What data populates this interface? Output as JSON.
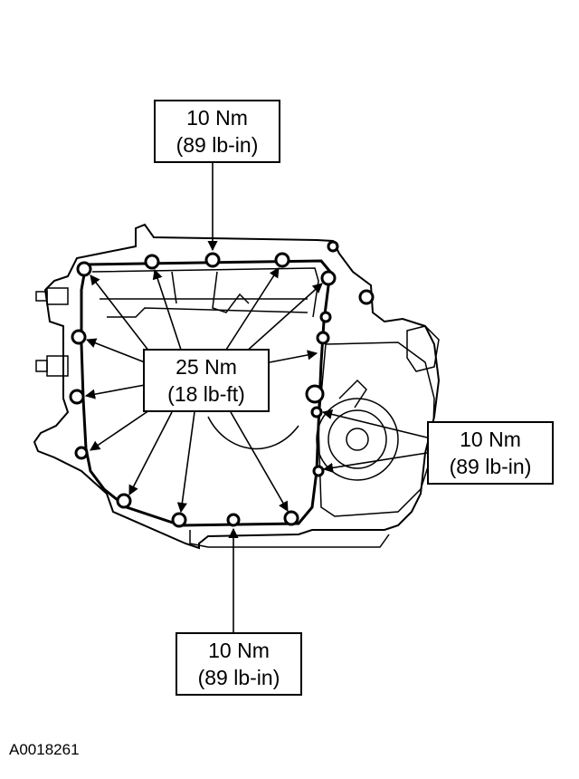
{
  "callouts": {
    "top": {
      "line1": "10 Nm",
      "line2": "(89 lb-in)"
    },
    "center": {
      "line1": "25 Nm",
      "line2": "(18 lb-ft)"
    },
    "right": {
      "line1": "10 Nm",
      "line2": "(89 lb-in)"
    },
    "bottom": {
      "line1": "10 Nm",
      "line2": "(89 lb-in)"
    }
  },
  "figure_id": "A0018261"
}
